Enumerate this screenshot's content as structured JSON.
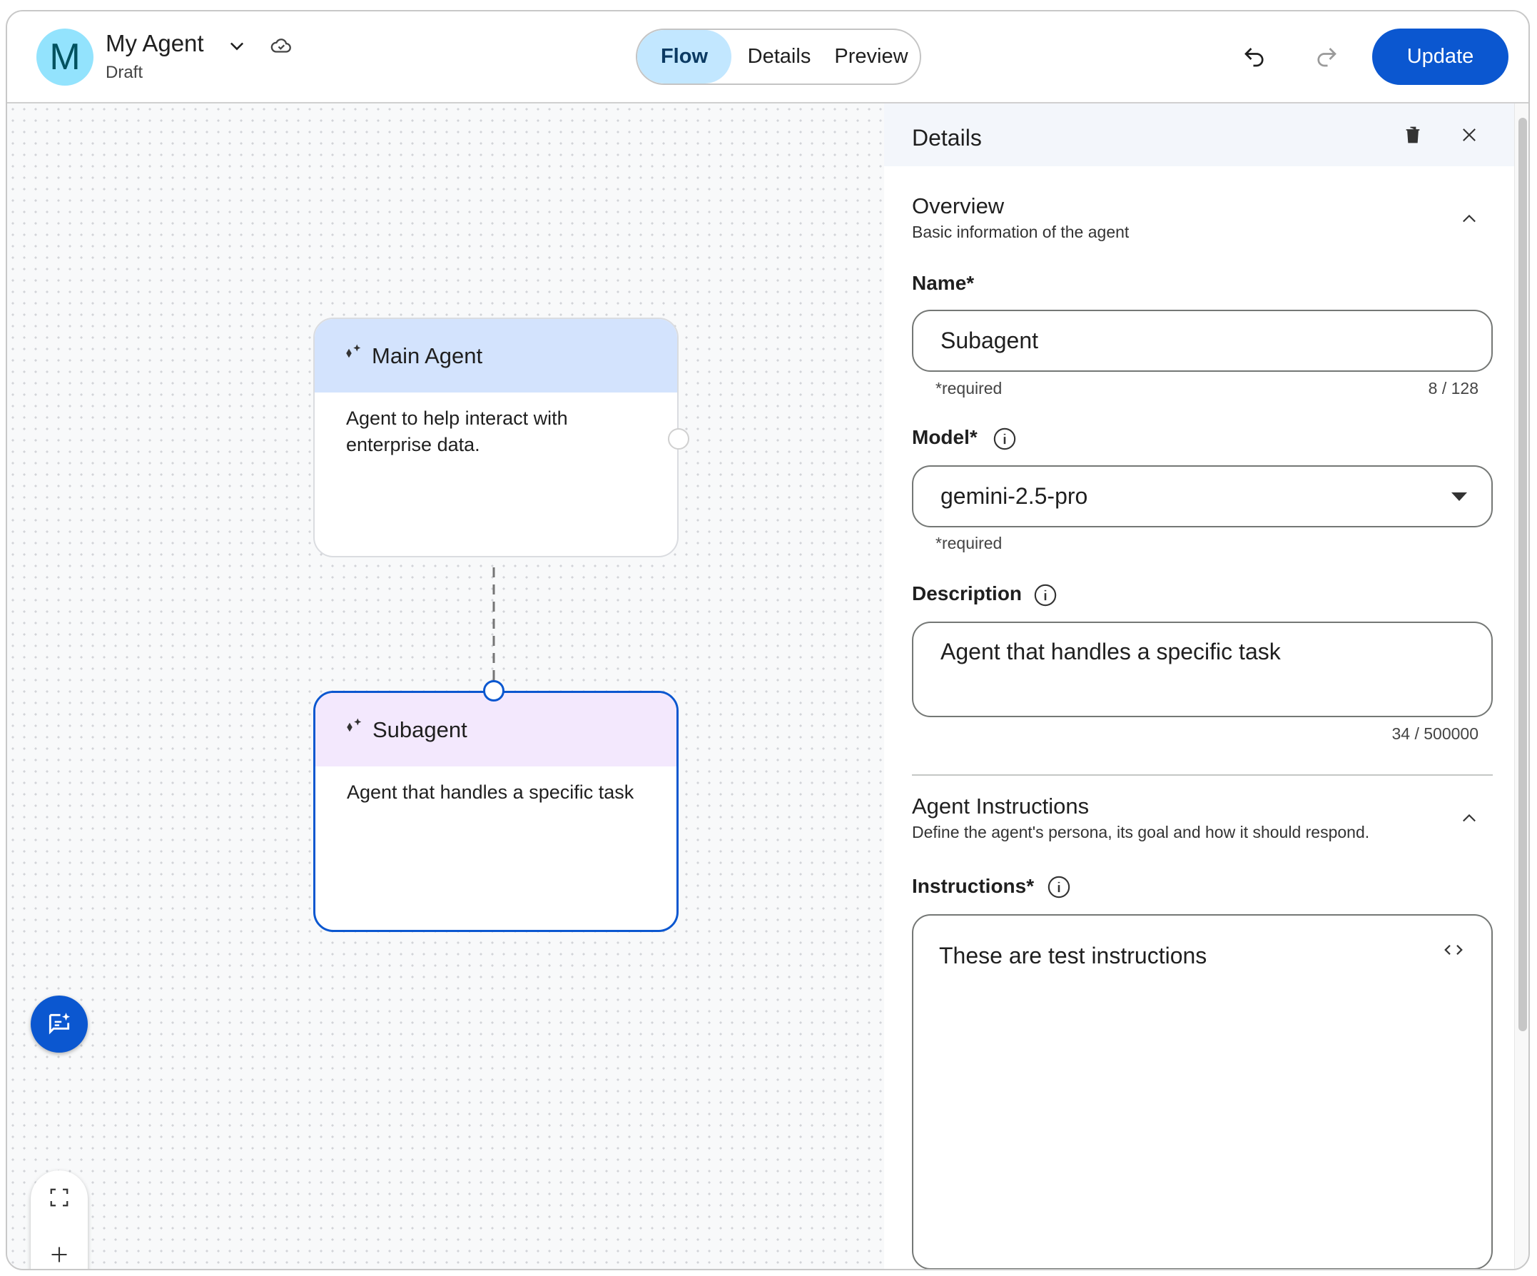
{
  "header": {
    "avatar_letter": "M",
    "title": "My Agent",
    "status": "Draft",
    "tabs": [
      {
        "label": "Flow",
        "active": true
      },
      {
        "label": "Details"
      },
      {
        "label": "Preview"
      }
    ],
    "update_label": "Update",
    "accent": "#0b57d0"
  },
  "canvas": {
    "nodes": [
      {
        "title": "Main Agent",
        "description": "Agent to help interact with enterprise data.",
        "header_color": "#d3e3fd"
      },
      {
        "title": "Subagent",
        "description": "Agent that handles a specific task",
        "header_color": "#f3e8fd",
        "selected": true
      }
    ]
  },
  "panel": {
    "title": "Details",
    "overview": {
      "title": "Overview",
      "subtitle": "Basic information of the agent"
    },
    "name": {
      "label": "Name*",
      "value": "Subagent",
      "helper": "*required",
      "counter": "8 / 128"
    },
    "model": {
      "label": "Model*",
      "value": "gemini-2.5-pro",
      "helper": "*required"
    },
    "description": {
      "label": "Description",
      "value": "Agent that handles a specific task",
      "counter": "34 / 500000"
    },
    "instructions_section": {
      "title": "Agent Instructions",
      "subtitle": "Define the agent's persona, its goal and how it should respond."
    },
    "instructions": {
      "label": "Instructions*",
      "value": "These are test instructions"
    }
  }
}
